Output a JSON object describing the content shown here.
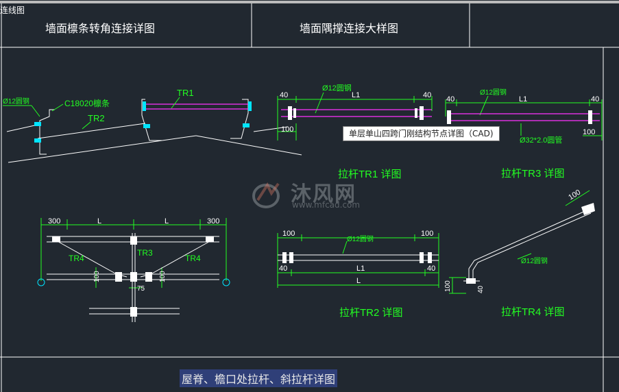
{
  "corner_tag": "连线图",
  "header": {
    "title_left": "墙面檩条转角连接详图",
    "title_mid": "墙面隅撑连接大样图"
  },
  "tooltip": "单层单山四跨门刚结构节点详图（CAD)",
  "watermark": {
    "brand": "沐风网",
    "url": "www.mfcad.com"
  },
  "bottom_title": "屋脊、檐口处拉杆、斜拉杆详图",
  "left_top": {
    "rod_dim": "Ø12圆钢",
    "purlin": "C18020檩条",
    "tr1": "TR1",
    "tr2": "TR2"
  },
  "tr1_detail": {
    "caption": "拉杆TR1 详图",
    "dim_40_left": "40",
    "dim_40_right": "40",
    "rod": "Ø12圆钢",
    "len": "L1",
    "dim_100": "100"
  },
  "tr3_detail": {
    "caption": "拉杆TR3 详图",
    "dim_40_left": "40",
    "dim_40_right": "40",
    "rod": "Ø12圆钢",
    "len": "L1",
    "pipe": "Ø32*2.0圆管",
    "dim_100": "100"
  },
  "plan": {
    "d300_left": "300",
    "d300_right": "300",
    "l_left": "L",
    "l_right": "L",
    "tr3": "TR3",
    "tr4_left": "TR4",
    "tr4_right": "TR4",
    "d100_left": "100",
    "d100_right": "100",
    "d75": "75"
  },
  "tr2_detail": {
    "caption": "拉杆TR2 详图",
    "dim_100_left": "100",
    "dim_100_right": "100",
    "rod": "Ø12圆钢",
    "len1": "L1",
    "len": "L",
    "dim_40_left": "40",
    "dim_40_right": "40"
  },
  "tr4_detail": {
    "caption": "拉杆TR4 详图",
    "dim_100_top": "100",
    "rod": "Ø12圆钢",
    "dim_100_left": "100",
    "dim_40": "40"
  },
  "colors": {
    "background": "#212830",
    "frame": "#ffffff",
    "dimension": "#22ff22",
    "magenta": "#ff33ff",
    "cyan": "#00e5ff",
    "title_bar": "#2f3f78"
  }
}
